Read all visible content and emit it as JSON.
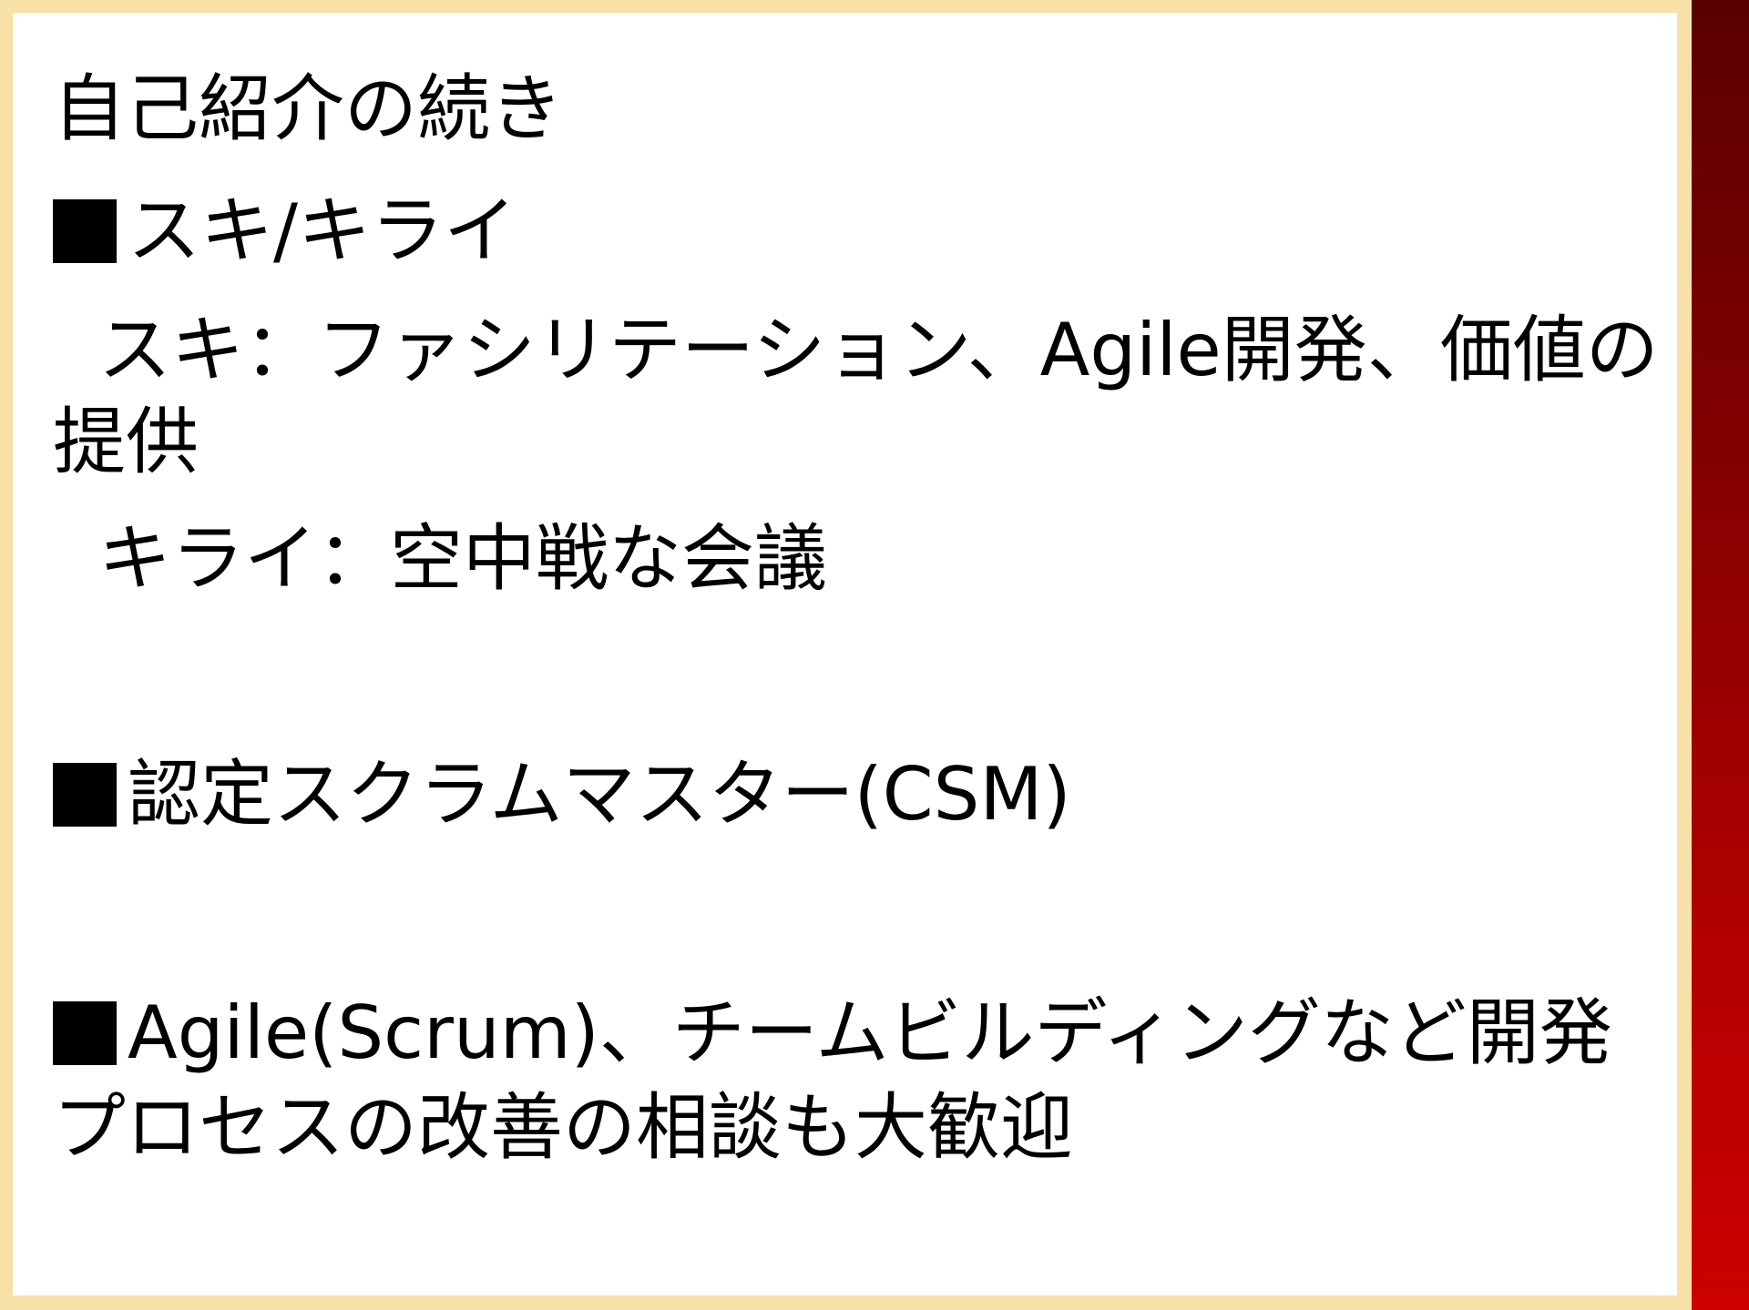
{
  "slide": {
    "title": "自己紹介の続き",
    "section_likes": {
      "heading": "スキ/キライ",
      "likes_label": "スキ：ファシリテーション、Agile開発、価値の",
      "likes_continued": "提供",
      "dislikes_label": "キライ：空中戦な会議"
    },
    "section_csm": {
      "heading": "認定スクラムマスター(CSM)"
    },
    "section_agile": {
      "line1": "Agile(Scrum)、チームビルディングなど開発",
      "line2": "プロセスの改善の相談も大歓迎"
    }
  },
  "colors": {
    "background": "#f7e1a8",
    "panel": "#ffffff",
    "side_bar": "#cc0000",
    "text": "#000000"
  }
}
